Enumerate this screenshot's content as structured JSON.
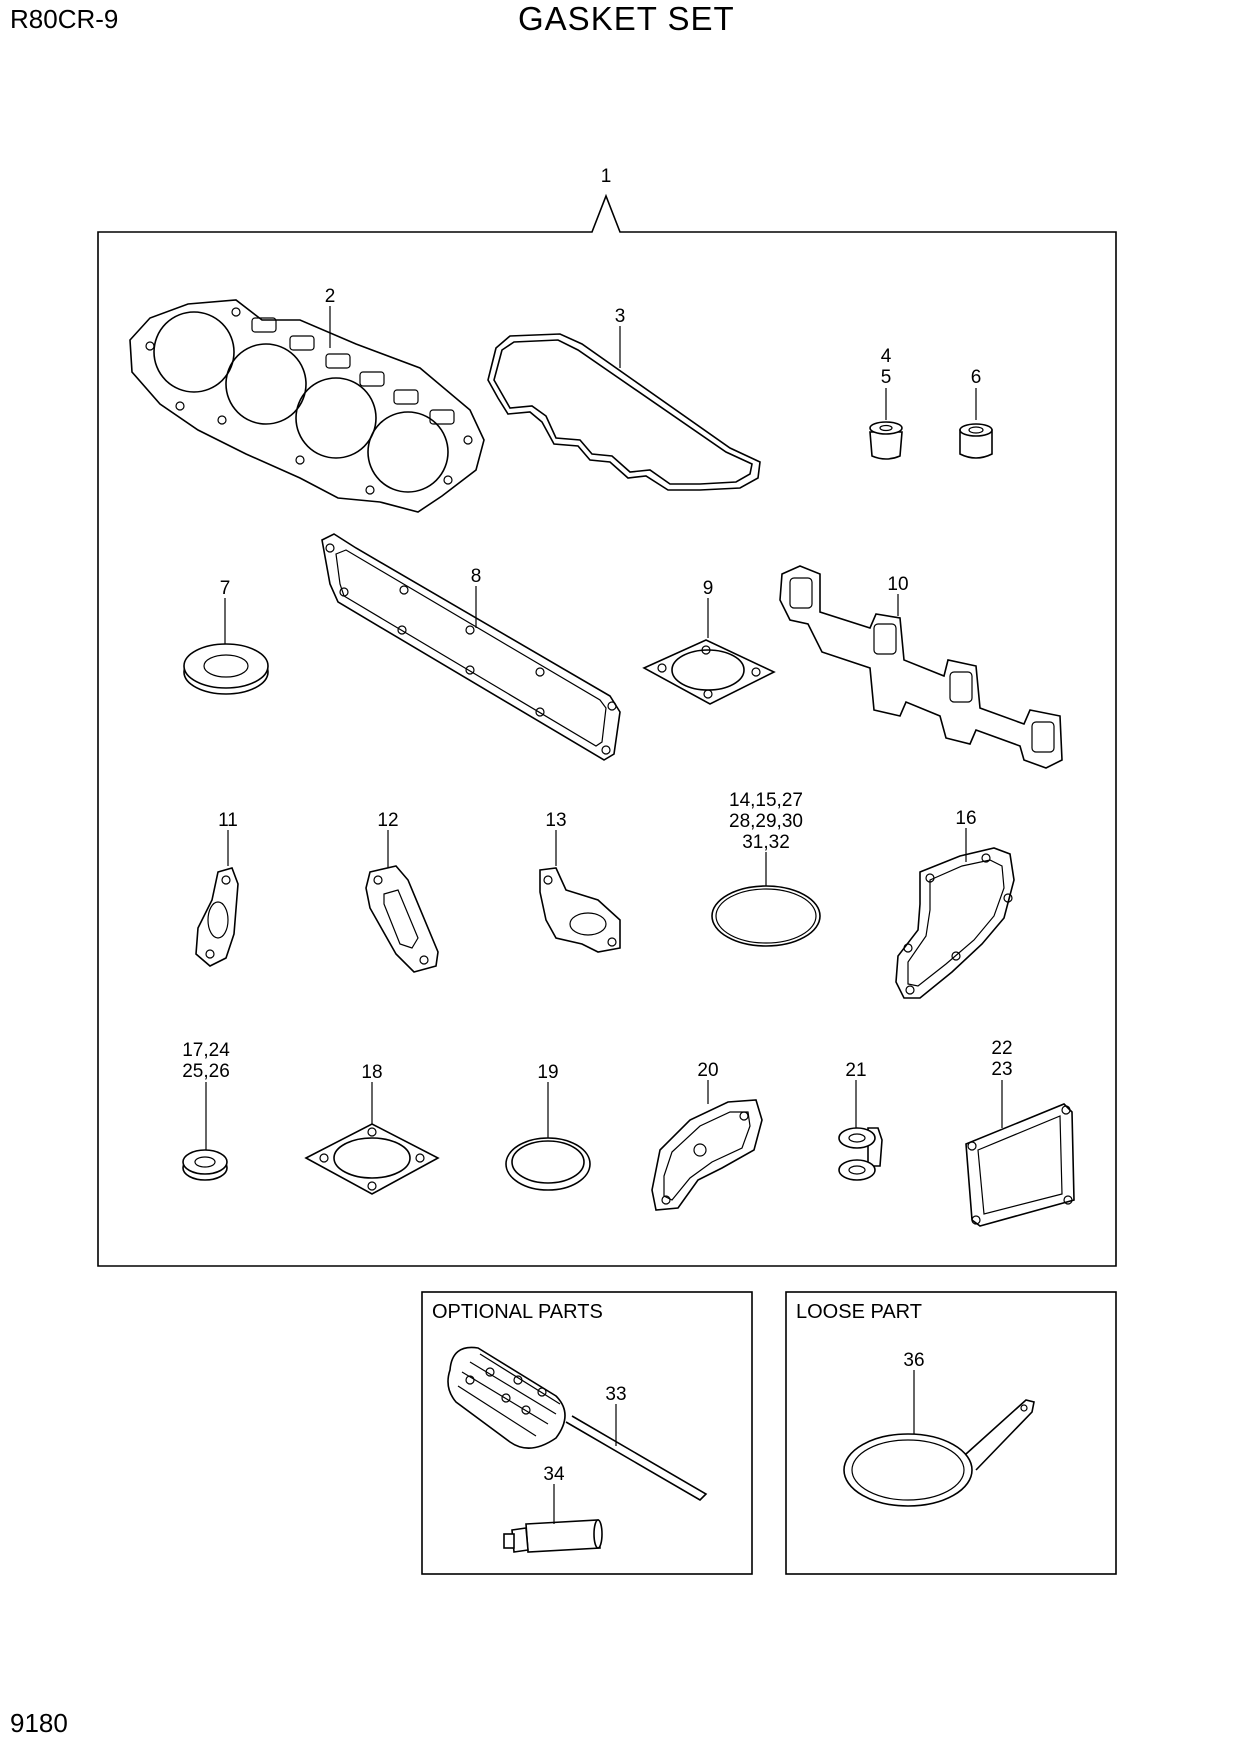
{
  "header": {
    "model": "R80CR-9",
    "title": "GASKET SET"
  },
  "footer": {
    "page_number": "9180"
  },
  "callouts": {
    "c1": "1",
    "c2": "2",
    "c3": "3",
    "c4": "4",
    "c5": "5",
    "c6": "6",
    "c7": "7",
    "c8": "8",
    "c9": "9",
    "c10": "10",
    "c11": "11",
    "c12": "12",
    "c13": "13",
    "c14_line1": "14,15,27",
    "c14_line2": "28,29,30",
    "c14_line3": "31,32",
    "c16": "16",
    "c17_line1": "17,24",
    "c17_line2": "25,26",
    "c18": "18",
    "c19": "19",
    "c20": "20",
    "c21": "21",
    "c22": "22",
    "c23": "23",
    "c33": "33",
    "c34": "34",
    "c36": "36"
  },
  "boxes": {
    "optional_label": "OPTIONAL PARTS",
    "loose_label": "LOOSE PART"
  }
}
